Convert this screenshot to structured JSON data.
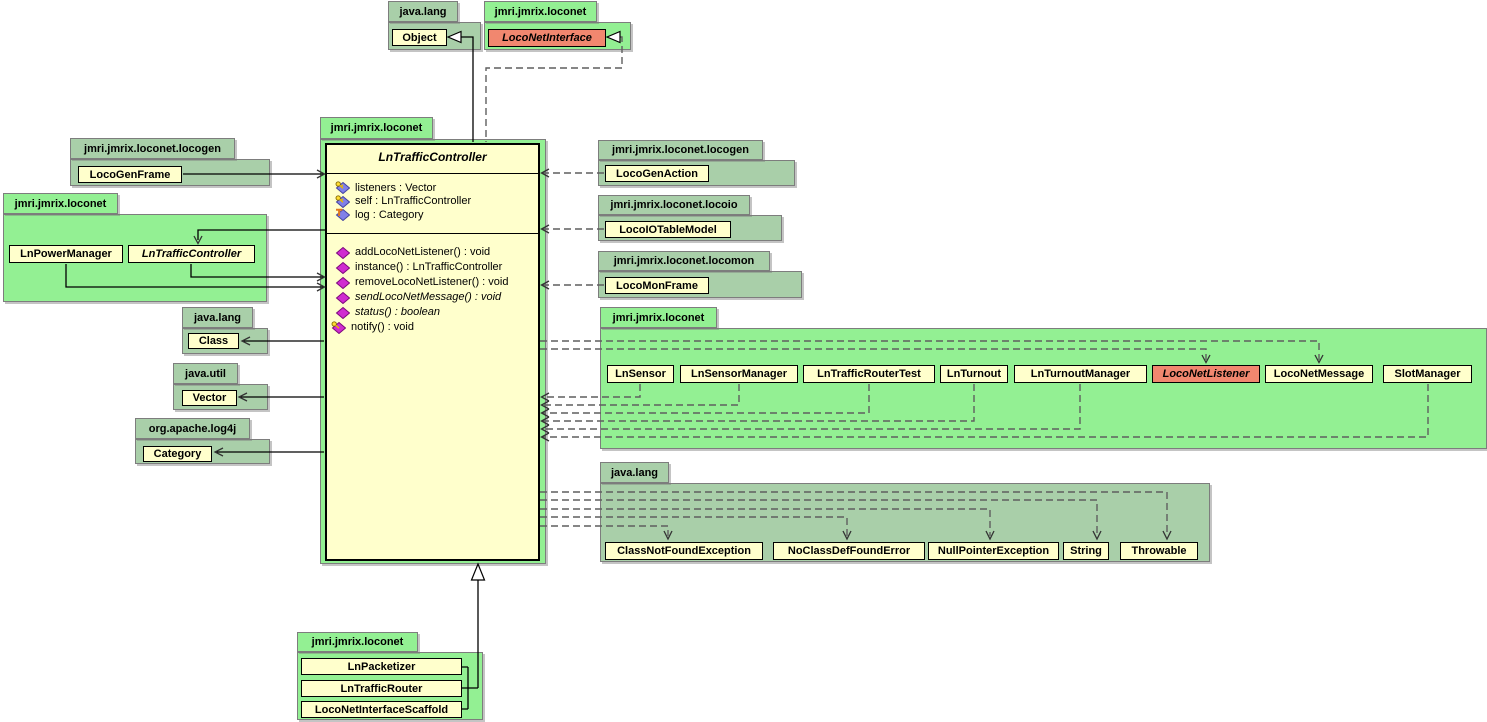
{
  "colors": {
    "package_bright_green": "#93f093",
    "package_muted_green": "#a9cfa9",
    "class_fill_yellow": "#ffffcc",
    "interface_fill_salmon": "#f1876f",
    "connector_dash_gray": "#5f5f5f",
    "field_diamond_purple": "#8080e8",
    "method_diamond_magenta": "#d02bd0",
    "key_yellow": "#ffdd33",
    "static_t_orange": "#e0781e"
  },
  "packages": {
    "java_lang_top": "java.lang",
    "loconet_top": "jmri.jmrix.loconet",
    "loconet_main": "jmri.jmrix.loconet",
    "locogen_left": "jmri.jmrix.loconet.locogen",
    "loconet_left": "jmri.jmrix.loconet",
    "java_lang_left": "java.lang",
    "java_util_left": "java.util",
    "log4j_left": "org.apache.log4j",
    "locogen_right": "jmri.jmrix.loconet.locogen",
    "locoio_right": "jmri.jmrix.loconet.locoio",
    "locomon_right": "jmri.jmrix.loconet.locomon",
    "loconet_big": "jmri.jmrix.loconet",
    "java_lang_bottom": "java.lang",
    "loconet_bottom": "jmri.jmrix.loconet"
  },
  "classes": {
    "object": "Object",
    "loconetinterface": "LocoNetInterface",
    "locogenframe": "LocoGenFrame",
    "lnpowermanager": "LnPowerManager",
    "lntrafficcontroller_left": "LnTrafficController",
    "class_cls": "Class",
    "vector": "Vector",
    "category": "Category",
    "locogenaction": "LocoGenAction",
    "locoiotablemodel": "LocoIOTableModel",
    "locomonframe": "LocoMonFrame",
    "lnsensor": "LnSensor",
    "lnsensormanager": "LnSensorManager",
    "lntrafficroutertest": "LnTrafficRouterTest",
    "lnturnout": "LnTurnout",
    "lnturnoutmanager": "LnTurnoutManager",
    "loconetlistener": "LocoNetListener",
    "loconetmessage": "LocoNetMessage",
    "slotmanager": "SlotManager",
    "classnotfoundexception": "ClassNotFoundException",
    "noclassdeffounderror": "NoClassDefFoundError",
    "nullpointerexception": "NullPointerException",
    "string": "String",
    "throwable": "Throwable",
    "lnpacketizer": "LnPacketizer",
    "lntrafficrouter": "LnTrafficRouter",
    "loconetinterfacescaffold": "LocoNetInterfaceScaffold"
  },
  "main_class": {
    "title": "LnTrafficController",
    "fields": [
      {
        "icon": "static-key-icon",
        "text": "listeners : Vector"
      },
      {
        "icon": "static-key-icon",
        "text": "self : LnTrafficController"
      },
      {
        "icon": "static-t-icon",
        "text": "log : Category"
      }
    ],
    "methods": [
      {
        "icon": "method-diamond-icon",
        "text": "addLocoNetListener() : void"
      },
      {
        "icon": "method-diamond-icon",
        "text": "instance() : LnTrafficController"
      },
      {
        "icon": "method-diamond-icon",
        "text": "removeLocoNetListener() : void"
      },
      {
        "icon": "method-diamond-icon",
        "text": "sendLocoNetMessage() : void",
        "italic": true
      },
      {
        "icon": "method-diamond-icon",
        "text": "status() : boolean",
        "italic": true
      },
      {
        "icon": "method-key-icon",
        "text": "notify() : void"
      }
    ]
  }
}
